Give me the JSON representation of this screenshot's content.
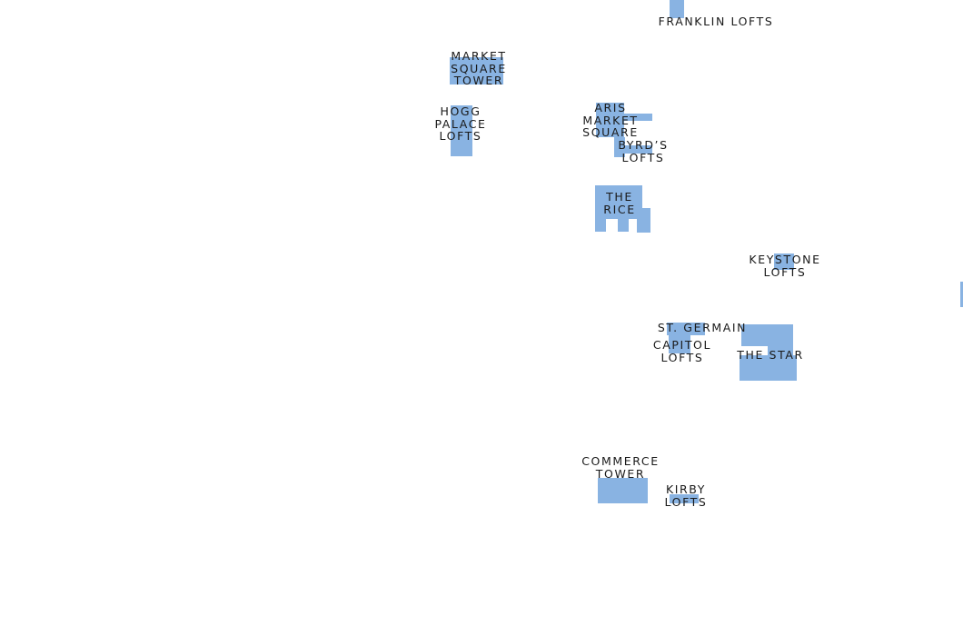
{
  "colors": {
    "background": "#ffffff",
    "building_fill": "#89b3e2",
    "label_text": "#1a1a1a"
  },
  "buildings": {
    "franklin_lofts": {
      "label": "FRANKLIN LOFTS"
    },
    "market_square_tower": {
      "label": "MARKET\nSQUARE\nTOWER"
    },
    "hogg_palace_lofts": {
      "label": "HOGG\nPALACE\nLOFTS"
    },
    "aris_market_square": {
      "label": "ARIS\nMARKET\nSQUARE"
    },
    "byrds_lofts": {
      "label": "BYRD’S\nLOFTS"
    },
    "the_rice": {
      "label": "THE\nRICE"
    },
    "keystone_lofts": {
      "label": "KEYSTONE\nLOFTS"
    },
    "st_germain": {
      "label": "ST. GERMAIN"
    },
    "capitol_lofts": {
      "label": "CAPITOL\nLOFTS"
    },
    "the_star": {
      "label": "THE STAR"
    },
    "commerce_tower": {
      "label": "COMMERCE\nTOWER"
    },
    "kirby_lofts": {
      "label": "KIRBY\nLOFTS"
    }
  }
}
